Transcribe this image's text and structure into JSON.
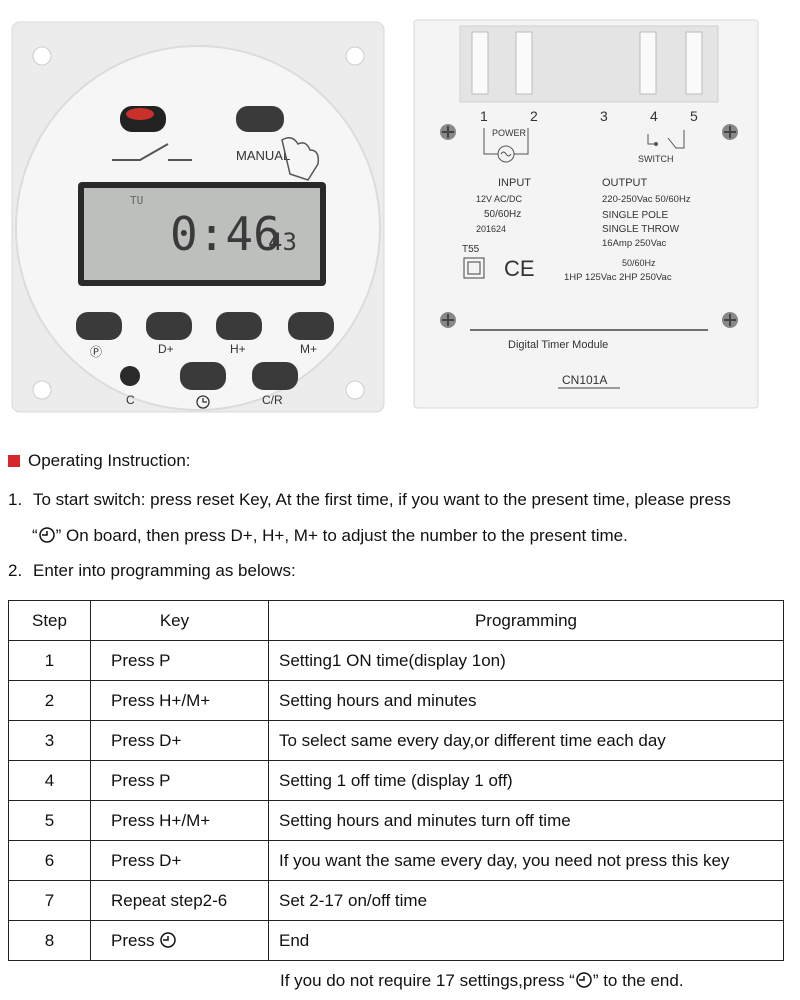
{
  "front_panel": {
    "manual_label": "MANUAL",
    "lcd_day": "TU",
    "lcd_time": "0:46",
    "lcd_seconds": "43",
    "buttons": [
      "Ⓟ",
      "D+",
      "H+",
      "M+",
      "C",
      "C/R"
    ]
  },
  "back_panel": {
    "terminals": [
      "1",
      "2",
      "3",
      "4",
      "5"
    ],
    "power_label": "POWER",
    "switch_label": "SWITCH",
    "input_title": "INPUT",
    "input_lines": [
      "12V AC/DC",
      "50/60Hz",
      "201624"
    ],
    "output_title": "OUTPUT",
    "output_lines": [
      "220-250Vac  50/60Hz",
      "SINGLE  POLE",
      "SINGLE  THROW",
      "16Amp  250Vac",
      "50/60Hz",
      "1HP  125Vac  2HP  250Vac"
    ],
    "t_rating": "T55",
    "ce_mark": "CE",
    "module_name": "Digital  Timer  Module",
    "model": "CN101A"
  },
  "instructions": {
    "heading": "Operating Instruction:",
    "step1_num": "1.",
    "step1_line1": "To start switch: press reset Key,  At the first time, if you want to the present time, please press",
    "step1_line2_pre": "“",
    "step1_line2_post": "” On board, then press D+, H+, M+ to adjust the number to the present time.",
    "step2_num": "2.",
    "step2_text": "Enter into programming as belows:"
  },
  "table": {
    "headers": [
      "Step",
      "Key",
      "Programming"
    ],
    "rows": [
      {
        "step": "1",
        "key": "Press P",
        "programming": "Setting1 ON time(display 1on)"
      },
      {
        "step": "2",
        "key": "Press H+/M+",
        "programming": "Setting hours and minutes"
      },
      {
        "step": "3",
        "key": "Press D+",
        "programming": "To select same every day,or different time each day"
      },
      {
        "step": "4",
        "key": "Press P",
        "programming": "Setting 1 off time (display 1 off)"
      },
      {
        "step": "5",
        "key": "Press H+/M+",
        "programming": "Setting hours and minutes turn off time"
      },
      {
        "step": "6",
        "key": "Press D+",
        "programming": "If you want the same every day, you need not press this key"
      },
      {
        "step": "7",
        "key": "Repeat step2-6",
        "programming": "Set 2-17 on/off time"
      },
      {
        "step": "8",
        "key": "Press",
        "programming": "End"
      }
    ]
  },
  "footer": {
    "pre": "If you do not require 17 settings,press “",
    "post": "” to the end."
  },
  "colors": {
    "accent_red": "#d6262e",
    "body_white": "#f4f4f4",
    "lcd_bg": "#b9bcb8",
    "button_dark": "#3a3a3a"
  }
}
